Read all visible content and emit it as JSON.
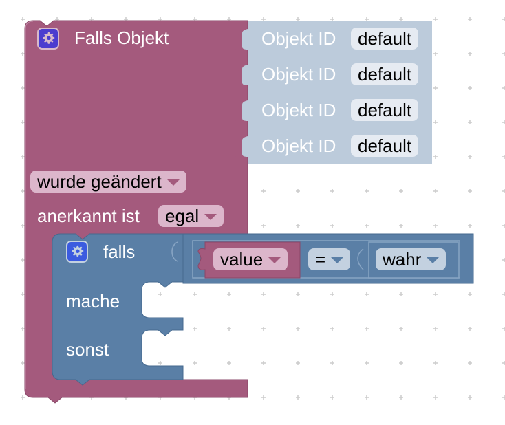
{
  "workspace": {
    "grid": "dotted-plus",
    "background": "#ffffff"
  },
  "colors": {
    "trigger_block": "#a45a7d",
    "objid_block": "#bccbdb",
    "logic_block": "#5a7fa6",
    "gear_trigger": "#4b3ccf",
    "gear_logic": "#3b5be0"
  },
  "trigger_block": {
    "icon": "gear-icon",
    "title": "Falls Objekt",
    "object_ids": [
      {
        "label": "Objekt ID",
        "value": "default"
      },
      {
        "label": "Objekt ID",
        "value": "default"
      },
      {
        "label": "Objekt ID",
        "value": "default"
      },
      {
        "label": "Objekt ID",
        "value": "default"
      }
    ],
    "condition_dropdown": "wurde geändert",
    "ack_label": "anerkannt ist",
    "ack_dropdown": "egal"
  },
  "if_block": {
    "icon": "gear-icon",
    "if_label": "falls",
    "do_label": "mache",
    "else_label": "sonst",
    "compare": {
      "left_dropdown": "value",
      "operator": "=",
      "right_dropdown": "wahr"
    }
  }
}
